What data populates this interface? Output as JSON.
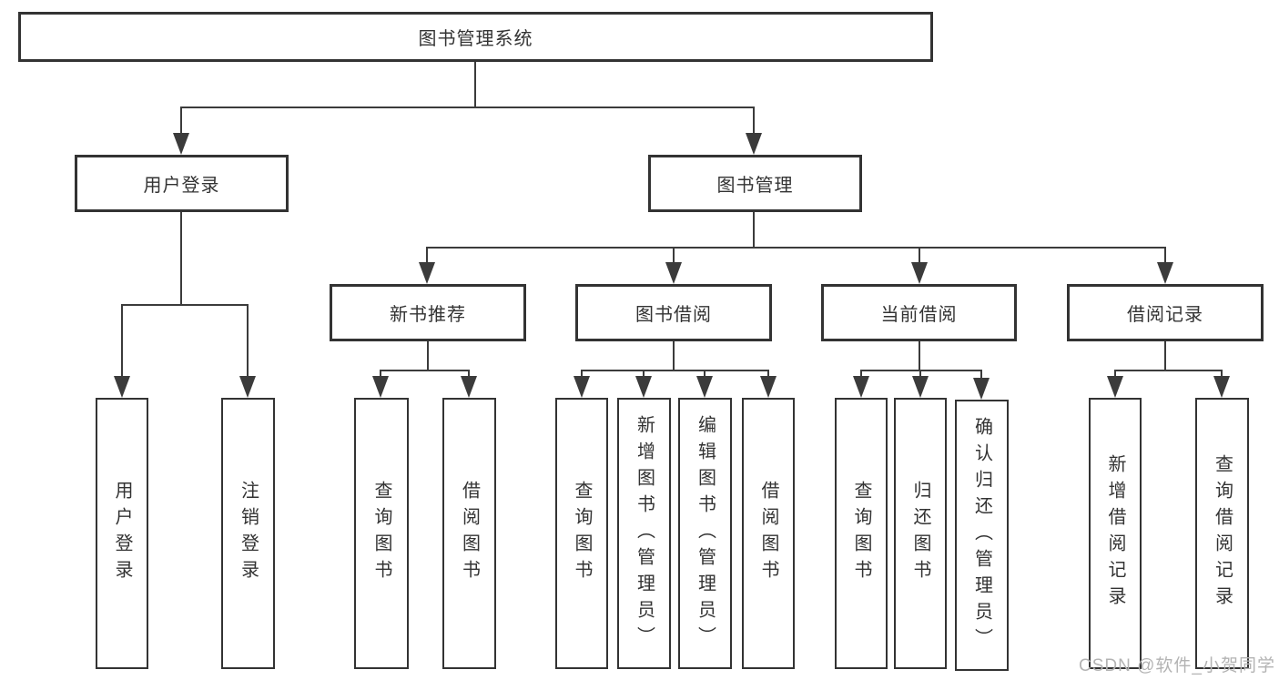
{
  "diagram_type": "tree",
  "nodes": {
    "root": "图书管理系统",
    "level2": [
      "用户登录",
      "图书管理"
    ],
    "level3": [
      "新书推荐",
      "图书借阅",
      "当前借阅",
      "借阅记录"
    ],
    "user_login_children": [
      "用户登录",
      "注销登录"
    ],
    "new_book_children": [
      "查询图书",
      "借阅图书"
    ],
    "book_borrow_children": [
      "查询图书",
      "新增图书（管理员）",
      "编辑图书（管理员）",
      "借阅图书"
    ],
    "current_borrow_children": [
      "查询图书",
      "归还图书",
      "确认归还（管理员）"
    ],
    "borrow_record_children": [
      "新增借阅记录",
      "查询借阅记录"
    ]
  },
  "watermark": "CSDN @软件_小贺同学",
  "colors": {
    "background": "#ffffff",
    "box_border": "#333333",
    "text": "#333333",
    "connector": "#3b3b3b",
    "watermark": "#b3b3b3"
  }
}
